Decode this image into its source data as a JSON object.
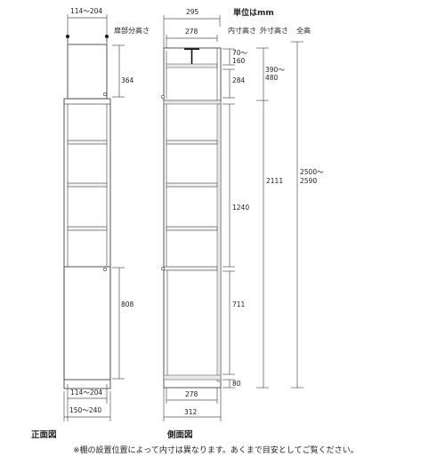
{
  "header": {
    "unit_label": "単位はmm",
    "col_door_height": "扉部分高さ",
    "col_inner_height": "内寸高さ",
    "col_outer_height": "外寸高さ",
    "col_total_height": "全高"
  },
  "front_view": {
    "caption": "正面図",
    "top_width": "114～204",
    "upper_door_height": "364",
    "lower_door_height": "808",
    "inner_width": "114～204",
    "outer_width": "150～240"
  },
  "side_view": {
    "caption": "側面図",
    "top_outer_depth": "295",
    "top_inner_depth": "278",
    "top_gap": "70～160",
    "upper_inner_height": "284",
    "upper_outer_height": "390～480",
    "middle_inner_height": "1240",
    "lower_inner_height": "711",
    "plinth_height": "80",
    "cabinet_outer_height": "2111",
    "total_height": "2500～2590",
    "bottom_inner_depth": "278",
    "bottom_outer_depth": "312"
  },
  "footnote": "※棚の設置位置によって内寸は異なります。あくまで目安としてご覧ください。"
}
